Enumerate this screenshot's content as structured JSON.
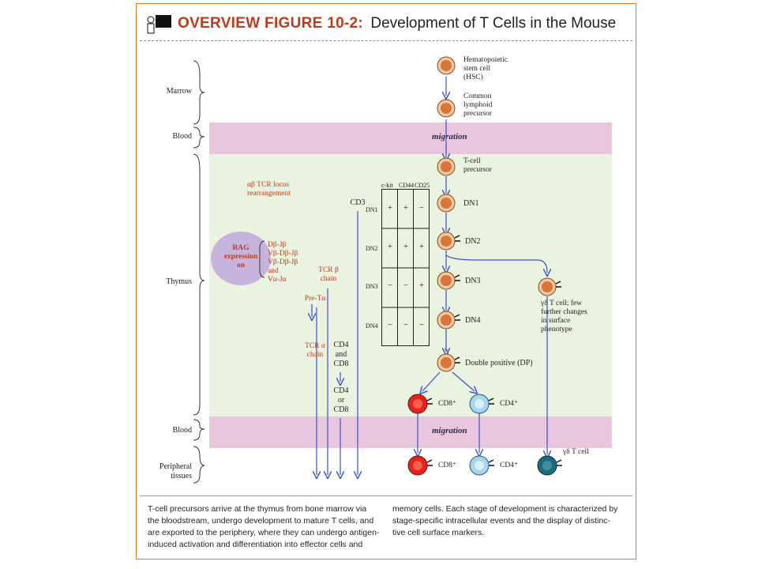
{
  "figure": {
    "title_prefix": "OVERVIEW FIGURE 10-2:",
    "title_main": "Development of T Cells in the Mouse"
  },
  "regions": {
    "marrow": "Marrow",
    "blood1": "Blood",
    "thymus": "Thymus",
    "blood2": "Blood",
    "peripheral_line1": "Peripheral",
    "peripheral_line2": "tissues"
  },
  "bands": {
    "migration1": "migration",
    "migration2": "migration"
  },
  "cells": {
    "hsc_l1": "Hematopoietic",
    "hsc_l2": "stem cell",
    "hsc_l3": "(HSC)",
    "clp_l1": "Common",
    "clp_l2": "lymphoid",
    "clp_l3": "precursor",
    "tcp_l1": "T-cell",
    "tcp_l2": "precursor",
    "dn1": "DN1",
    "dn2": "DN2",
    "dn3": "DN3",
    "dn4": "DN4",
    "dp": "Double positive (DP)",
    "cd8": "CD8⁺",
    "cd4": "CD4⁺",
    "cd8_periph": "CD8⁺",
    "cd4_periph": "CD4⁺",
    "gd_l1": "γδ T cell; few",
    "gd_l2": "further changes",
    "gd_l3": "in surface",
    "gd_l4": "phenotype",
    "gd_periph": "γδ T cell"
  },
  "events": {
    "ab_l1": "αβ TCR locus",
    "ab_l2": "rearrangement",
    "rag_l1": "RAG",
    "rag_l2": "expression",
    "rag_l3": "on",
    "rearr1": "Dβ-Jβ",
    "rearr2": "Vβ-Dβ-Jβ",
    "rearr3": "Vβ-Dβ-Jβ",
    "rearr4": "and",
    "rearr5": "Vα-Jα",
    "tcrb_l1": "TCR β",
    "tcrb_l2": "chain",
    "pre_ta": "Pre-Tα",
    "tcra_l1": "TCR α",
    "tcra_l2": "chain",
    "cd3": "CD3",
    "cd4cd8_l1": "CD4",
    "cd4cd8_l2": "and",
    "cd4cd8_l3": "CD8",
    "cd4orcd8_l1": "CD4",
    "cd4orcd8_l2": "or",
    "cd4orcd8_l3": "CD8"
  },
  "marker_table": {
    "headers": [
      "c-kit",
      "CD44",
      "CD25"
    ],
    "rows": [
      {
        "label": "DN1",
        "values": [
          "+",
          "+",
          "−"
        ]
      },
      {
        "label": "DN2",
        "values": [
          "+",
          "+",
          "+"
        ]
      },
      {
        "label": "DN3",
        "values": [
          "−",
          "−",
          "+"
        ]
      },
      {
        "label": "DN4",
        "values": [
          "−",
          "−",
          "−"
        ]
      }
    ]
  },
  "caption": {
    "left": [
      "T-cell precursors arrive at the thymus from bone marrow via",
      "the bloodstream, undergo development to mature T cells, and",
      "are exported to the periphery, where they can undergo antigen-",
      "induced activation and differentiation into effector cells and"
    ],
    "right": [
      "memory cells. Each stage of development is characterized by",
      "stage-specific intracellular events and the display of distinc-",
      "tive cell surface markers."
    ]
  },
  "colors": {
    "border": "#e07a2a",
    "band": "#e8c6dd",
    "thymus_bg": "#eaf3e0",
    "arrow": "#3a52c8",
    "cell_orange": "#d9743a",
    "cell_red": "#e0261c",
    "cell_blue": "#a9d4ee",
    "cell_teal": "#1c6a7a",
    "rag_bubble": "#c7b4dc",
    "label_red": "#c0391b"
  }
}
